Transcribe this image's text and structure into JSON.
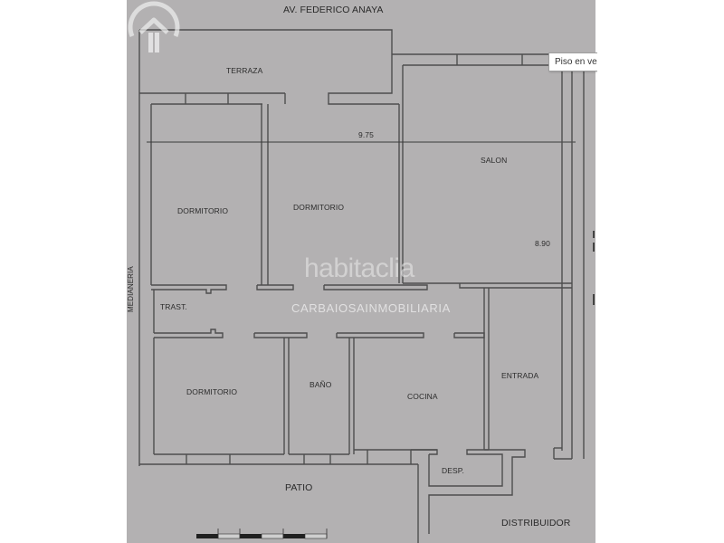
{
  "plan": {
    "street_top": "AV. FEDERICO ANAYA",
    "left_side": "MEDIANERIA",
    "rooms": {
      "terraza": "TERRAZA",
      "dormitorio_1": "DORMITORIO",
      "dormitorio_2": "DORMITORIO",
      "salon": "SALON",
      "trastero": "TRAST.",
      "dormitorio_3": "DORMITORIO",
      "bano": "BAÑO",
      "cocina": "COCINA",
      "entrada": "ENTRADA",
      "despensa": "DESP.",
      "patio": "PATIO",
      "distribuidor": "DISTRIBUIDOR"
    },
    "dimensions": {
      "width": "9.75",
      "depth": "8.90"
    },
    "colors": {
      "background": "#b3b1b2",
      "lines": "#4a4a4a"
    }
  },
  "watermark": {
    "brand": "habitaclia",
    "agency": "CARBAIOSAINMOBILIARIA"
  },
  "tooltip": {
    "text": "Piso en ve"
  }
}
